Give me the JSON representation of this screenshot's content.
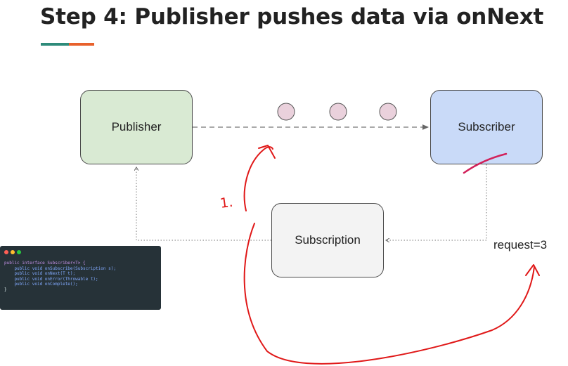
{
  "header": {
    "title": "Step 4: Publisher pushes data via onNext"
  },
  "diagram": {
    "publisher_label": "Publisher",
    "subscriber_label": "Subscriber",
    "subscription_label": "Subscription",
    "request_label": "request=3",
    "data_item_count": 3
  },
  "annotation": {
    "handwritten_mark": "1."
  },
  "code_snippet": {
    "lines": [
      "public interface Subscriber<T> {",
      "    public void onSubscribe(Subscription s);",
      "    public void onNext(T t);",
      "    public void onError(Throwable t);",
      "    public void onComplete();",
      "}"
    ]
  },
  "colors": {
    "publisher_fill": "#d9ead3",
    "subscriber_fill": "#c9daf8",
    "subscription_fill": "#f3f3f3",
    "data_item_fill": "#ead1dc",
    "annotation_ink": "#e01818",
    "accent_teal": "#2e8b7a",
    "accent_orange": "#e8612c"
  }
}
